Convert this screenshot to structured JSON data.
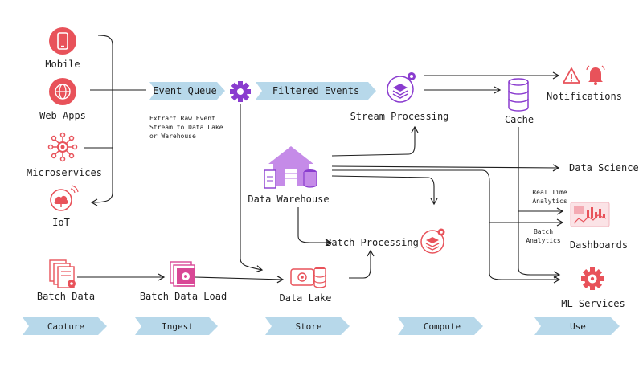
{
  "sources": {
    "mobile": "Mobile",
    "web_apps": "Web Apps",
    "microservices": "Microservices",
    "iot": "IoT",
    "batch_data": "Batch Data"
  },
  "pipeline": {
    "event_queue": "Event Queue",
    "filtered_events": "Filtered Events",
    "stream_processing": "Stream Processing",
    "cache": "Cache",
    "notifications": "Notifications",
    "extract_note": [
      "Extract Raw Event",
      "Stream to Data Lake",
      "or Warehouse"
    ],
    "data_warehouse": "Data Warehouse",
    "data_science": "Data Science",
    "real_time_analytics": [
      "Real Time",
      "Analytics"
    ],
    "batch_analytics": [
      "Batch",
      "Analytics"
    ],
    "dashboards": "Dashboards",
    "batch_processing": "Batch Processing",
    "batch_data_load": "Batch Data Load",
    "data_lake": "Data Lake",
    "ml_services": "ML Services"
  },
  "stages": [
    "Capture",
    "Ingest",
    "Store",
    "Compute",
    "Use"
  ],
  "colors": {
    "red": "#e8525a",
    "purple": "#8a3ccf",
    "pink": "#d94896",
    "lavender": "#c58be8",
    "arrow_blue": "#b7d8ea",
    "stroke": "#1e1e1e"
  },
  "icons": {
    "mobile": "smartphone-icon",
    "web_apps": "globe-icon",
    "microservices": "network-hub-icon",
    "iot": "cloud-signal-icon",
    "batch_data": "document-stack-icon",
    "event_queue_gear": "gear-icon",
    "stream_processing": "layers-gear-icon",
    "cache": "database-icon",
    "notifications": [
      "warning-icon",
      "bell-icon"
    ],
    "data_warehouse": "warehouse-icon",
    "batch_processing": "layers-gear-icon",
    "batch_data_load": "server-load-icon",
    "data_lake": "storage-icon",
    "dashboards": "dashboard-chart-icon",
    "ml_services": "ml-gear-icon"
  }
}
